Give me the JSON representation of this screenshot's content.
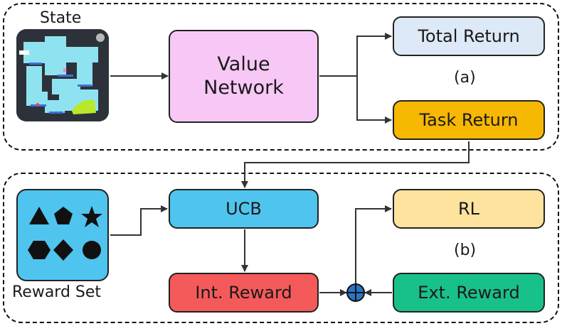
{
  "panel_a": {
    "state_label": "State",
    "value_network": "Value\nNetwork",
    "total_return": "Total Return",
    "task_return": "Task Return",
    "tag": "(a)"
  },
  "panel_b": {
    "reward_set_label": "Reward Set",
    "ucb": "UCB",
    "rl": "RL",
    "int_reward": "Int. Reward",
    "ext_reward": "Ext. Reward",
    "tag": "(b)",
    "reward_shapes": [
      "triangle-icon",
      "pentagon-icon",
      "star-icon",
      "hexagon-icon",
      "diamond-icon",
      "circle-icon"
    ]
  },
  "colors": {
    "value_network": "#f7c8f5",
    "total_return": "#dde9f6",
    "task_return": "#f6b800",
    "ucb": "#4fc4ee",
    "rl": "#fde39e",
    "int_reward": "#f55a5a",
    "ext_reward": "#18c18a",
    "reward_set": "#4fc4ee",
    "sum_node": "#2a74c6"
  }
}
